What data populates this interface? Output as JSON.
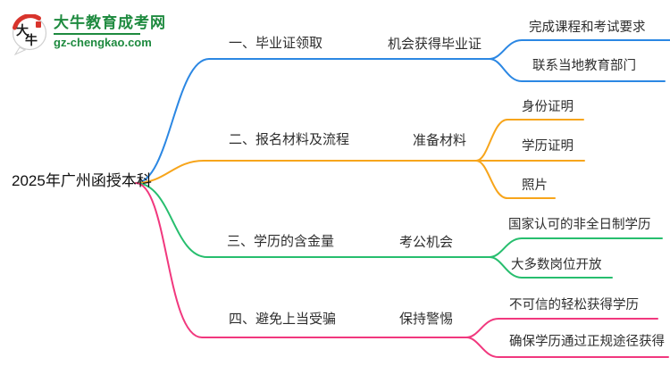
{
  "logo": {
    "site_name": "大牛教育成考网",
    "domain": "gz-chengkao.com",
    "icon_text_top": "大",
    "icon_text_bottom": "牛",
    "brand_green": "#1E8A3F",
    "brand_red": "#D8342C"
  },
  "root": {
    "label": "2025年广州函授本科"
  },
  "branches": [
    {
      "id": "diploma",
      "color": "#2B87E3",
      "topic": "一、毕业证领取",
      "subtopic": "机会获得毕业证",
      "children": [
        "完成课程和考试要求",
        "联系当地教育部门"
      ]
    },
    {
      "id": "materials",
      "color": "#F7A51B",
      "topic": "二、报名材料及流程",
      "subtopic": "准备材料",
      "children": [
        "身份证明",
        "学历证明",
        "照片"
      ]
    },
    {
      "id": "value",
      "color": "#27BE6E",
      "topic": "三、学历的含金量",
      "subtopic": "考公机会",
      "children": [
        "国家认可的非全日制学历",
        "大多数岗位开放"
      ]
    },
    {
      "id": "fraud",
      "color": "#F1387E",
      "topic": "四、避免上当受骗",
      "subtopic": "保持警惕",
      "children": [
        "不可信的轻松获得学历",
        "确保学历通过正规途径获得"
      ]
    }
  ],
  "text_color": "#2d2d2d"
}
